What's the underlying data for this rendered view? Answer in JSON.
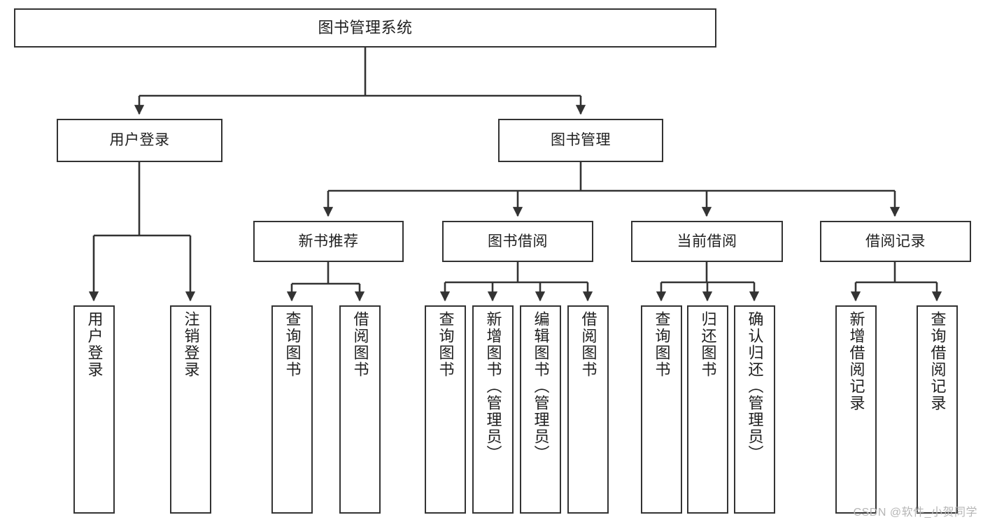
{
  "diagram": {
    "title": "图书管理系统",
    "type": "tree",
    "colors": {
      "box_border": "#333333",
      "box_fill": "#ffffff",
      "text": "#1f1f1f",
      "edge": "#333333",
      "watermark": "#b6b6b6",
      "background": "#ffffff"
    },
    "watermark": "CSDN @软件_小贺同学"
  },
  "nodes": {
    "root": {
      "label": "图书管理系统"
    },
    "level1": [
      {
        "id": "user-login",
        "label": "用户登录"
      },
      {
        "id": "book-manage",
        "label": "图书管理"
      }
    ],
    "level2": [
      {
        "id": "new-book-recommend",
        "label": "新书推荐"
      },
      {
        "id": "book-borrow",
        "label": "图书借阅"
      },
      {
        "id": "current-borrow",
        "label": "当前借阅"
      },
      {
        "id": "borrow-record",
        "label": "借阅记录"
      }
    ],
    "leaves": {
      "user_login": [
        {
          "id": "leaf-user-login",
          "label": "用户登录"
        },
        {
          "id": "leaf-logout",
          "label": "注销登录"
        }
      ],
      "new_book_recommend": [
        {
          "id": "leaf-query-book-1",
          "label": "查询图书"
        },
        {
          "id": "leaf-borrow-book-1",
          "label": "借阅图书"
        }
      ],
      "book_borrow": [
        {
          "id": "leaf-query-book-2",
          "label": "查询图书"
        },
        {
          "id": "leaf-add-book",
          "label": "新增图书（管理员）"
        },
        {
          "id": "leaf-edit-book",
          "label": "编辑图书（管理员）"
        },
        {
          "id": "leaf-borrow-book-2",
          "label": "借阅图书"
        }
      ],
      "current_borrow": [
        {
          "id": "leaf-query-book-3",
          "label": "查询图书"
        },
        {
          "id": "leaf-return-book",
          "label": "归还图书"
        },
        {
          "id": "leaf-confirm-return",
          "label": "确认归还（管理员）"
        }
      ],
      "borrow_record": [
        {
          "id": "leaf-add-record",
          "label": "新增借阅记录"
        },
        {
          "id": "leaf-query-record",
          "label": "查询借阅记录"
        }
      ]
    }
  }
}
